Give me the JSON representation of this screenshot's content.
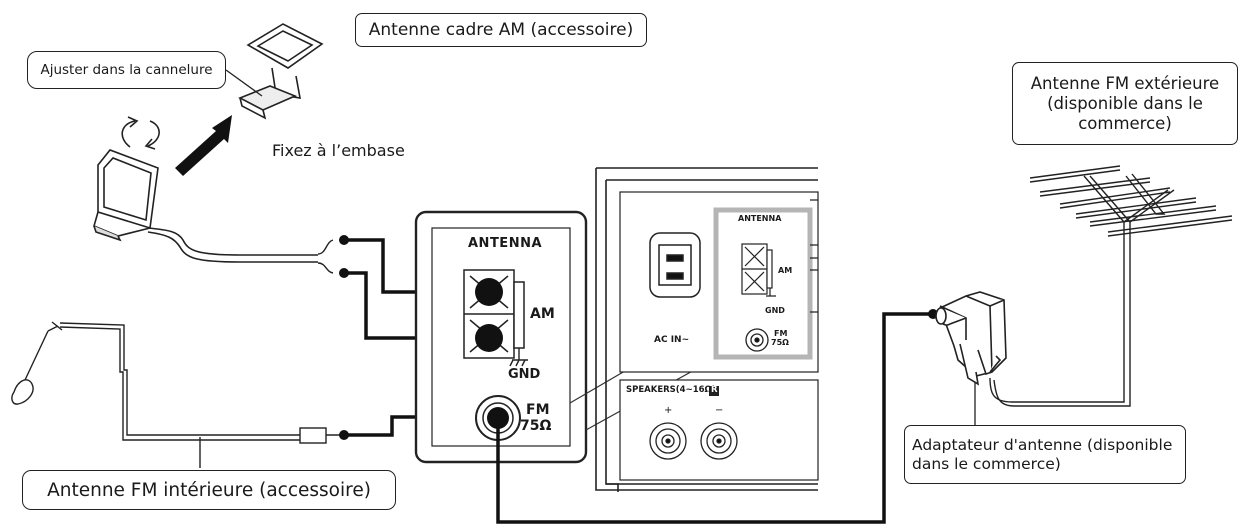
{
  "callouts": {
    "am_loop": "Antenne cadre AM (accessoire)",
    "groove": "Ajuster dans la cannelure",
    "fix_base": "Fixez à l’embase",
    "fm_outdoor": "Antenne FM extérieure (disponible dans le commerce)",
    "fm_indoor": "Antenne FM intérieure (accessoire)",
    "adapter": "Adaptateur d'antenne (disponible dans le commerce)"
  },
  "panel": {
    "antenna": "ANTENNA",
    "am": "AM",
    "gnd": "GND",
    "fm": "FM",
    "ohms": "75Ω",
    "ac_in": "AC IN~",
    "speakers": "SPEAKERS(4~16Ω)",
    "speakers_badge": "R",
    "plus": "+",
    "minus": "−"
  }
}
